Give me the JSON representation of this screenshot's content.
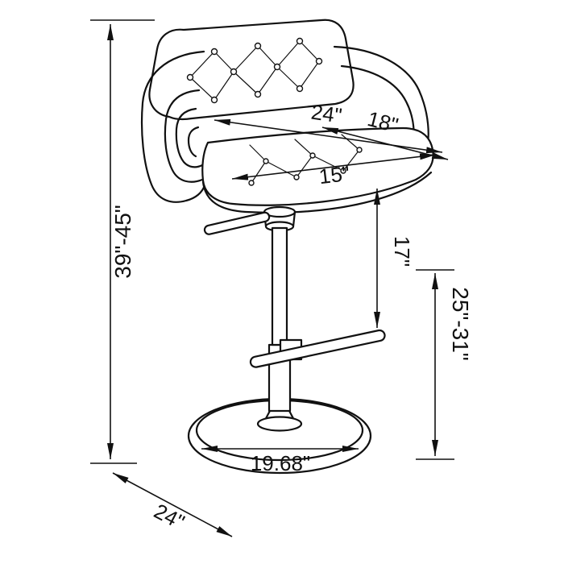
{
  "diagram": {
    "dimensions": {
      "back_width": "24\"",
      "seat_depth": "18\"",
      "seat_width": "15\"",
      "overall_height": "39\"-45\"",
      "seat_height_range": "25\"-31\"",
      "seat_to_footrest": "17\"",
      "base_diameter": "19.68\"",
      "overall_depth": "24\""
    },
    "colors": {
      "line": "#111111",
      "background": "#ffffff"
    }
  }
}
